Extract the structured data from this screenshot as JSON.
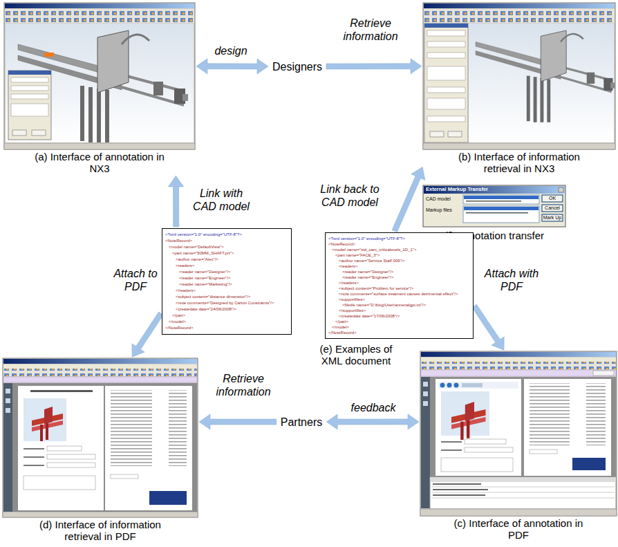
{
  "diagram": {
    "nodes": [
      {
        "text": [
          "(a) Interface of annotation in NX3"
        ]
      },
      {
        "text": [
          "Designers"
        ]
      },
      {
        "text": [
          "(b) Interface of information retrieval in NX3"
        ]
      },
      {
        "text": [
          "External Markup Transfer",
          "CAD model",
          "Markup files",
          "OK",
          "Cancel",
          "Mark Up",
          "(f) Annotation transfer"
        ]
      },
      {
        "text": [
          "<?xml version=\"1.0\" encoding=\"UTF-8\"?>",
          "<NoteRecord>",
          "<model name=\"DefaultView\">",
          "<part name=\"50MM_SHAFT.prt\">",
          "<author name=\"Alex\"/>",
          "<readers>",
          "<reader name=\"Designer\"/>",
          "<reader name=\"Engineer\"/>",
          "<reader name=\"Marketing\"/>",
          "</readers>",
          "<subject content=\"distance dimension\"/>",
          "<note comments=\"Designed by Carton Constraints\"/>",
          "<createdate date=\"24/06/2008\"/>",
          "</part>",
          "</model>",
          "</NoteRecord>"
        ]
      },
      {
        "text": [
          "<?xml version=\"1.0\" encoding=\"UTF-8\"?>",
          "<NoteRecord>",
          "<model name=\"std_cam_criticalevels_1D_1\">",
          "<part name=\"FACE_3\">",
          "<author name=\"Service Staff 009\"/>",
          "<readers>",
          "<reader name=\"Designer\"/>",
          "<reader name=\"Engineer\"/>",
          "</readers>",
          "<subject content=\"Problem for service\"/>",
          "<note comments=\"surface treatment causes detrimental effect\"/>",
          "<supportfiles>",
          "<filetile name=\"D:\\blog\\User\\annenalgpt.txt\"/>",
          "</supportfiles>",
          "<createdate date=\"17/06/2008\"/>",
          "</part>",
          "</model>",
          "</NoteRecord>"
        ]
      },
      {
        "text": [
          "(d) Interface of information retrieval in PDF"
        ]
      },
      {
        "text": [
          "Partners"
        ]
      },
      {
        "text": [
          "(c) Interface of annotation in PDF"
        ]
      }
    ],
    "edges": [
      {
        "from": 0,
        "to": 1,
        "label": "design",
        "arrow": "both"
      },
      {
        "from": 1,
        "to": 2,
        "label": "Retrieve information",
        "arrow": "to"
      },
      {
        "from": 4,
        "to": 0,
        "label": "Link with CAD model",
        "arrow": "to"
      },
      {
        "from": 5,
        "to": 2,
        "label": "Link back to CAD model",
        "arrow": "to"
      },
      {
        "from": 4,
        "to": 6,
        "label": "Attach to PDF",
        "arrow": "to"
      },
      {
        "from": 5,
        "to": 8,
        "label": "Attach with PDF",
        "arrow": "to"
      },
      {
        "from": 7,
        "to": 6,
        "label": "Retrieve information",
        "arrow": "to"
      },
      {
        "from": 7,
        "to": 8,
        "label": "feedback",
        "arrow": "both"
      }
    ],
    "labels": [
      "(e) Examples of XML document"
    ]
  }
}
